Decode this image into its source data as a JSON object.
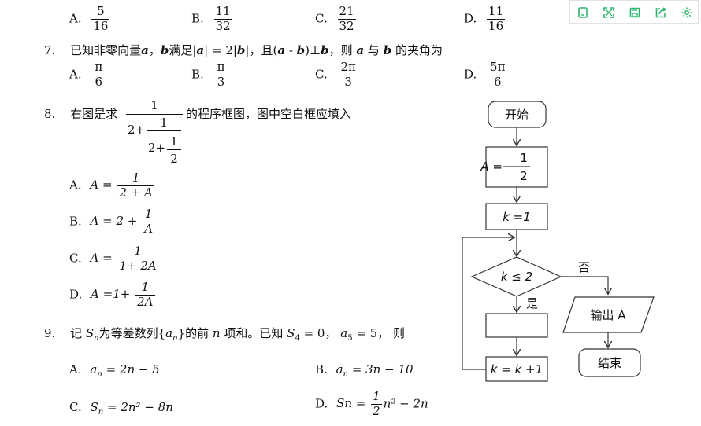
{
  "toolbar": {
    "icons": [
      "copy-icon",
      "fullscreen-icon",
      "save-icon",
      "share-icon",
      "settings-icon"
    ],
    "accent": "#2bb56c"
  },
  "q6": {
    "a_label": "A.",
    "a_num": "5",
    "a_den": "16",
    "b_label": "B.",
    "b_num": "11",
    "b_den": "32",
    "c_label": "C.",
    "c_num": "21",
    "c_den": "32",
    "d_label": "D.",
    "d_num": "11",
    "d_den": "16"
  },
  "q7": {
    "number": "7.",
    "s1": "已知非零向量",
    "va": "a",
    "s2": "，",
    "vb": "b",
    "s3": "满足|",
    "s4": "a",
    "s5": "| = 2|",
    "s6": "b",
    "s7": "|，且(",
    "s8": "a",
    "s9": " - ",
    "s10": "b",
    "s11": ")⊥",
    "s12": "b",
    "s13": "，则 ",
    "s14": "a",
    "s15": " 与 ",
    "s16": "b",
    "s17": " 的夹角为",
    "a_label": "A.",
    "a_num": "π",
    "a_den": "6",
    "b_label": "B.",
    "b_num": "π",
    "b_den": "3",
    "c_label": "C.",
    "c_num": "2π",
    "c_den": "3",
    "d_label": "D.",
    "d_num": "5π",
    "d_den": "6"
  },
  "q8": {
    "number": "8.",
    "s1": "右图是求",
    "f_num": "1",
    "f_den_prefix": "2+",
    "f_inner_num": "1",
    "f_inner_den_prefix": "2+",
    "f_inner_inner_num": "1",
    "f_inner_inner_den": "2",
    "s2": "的程序框图，图中空白框应填入",
    "a_label": "A.",
    "a_lhs": "A =",
    "a_num": "1",
    "a_den": "2 + A",
    "b_label": "B.",
    "b_lhs": "A = 2 +",
    "b_num": "1",
    "b_den": "A",
    "c_label": "C.",
    "c_lhs": "A =",
    "c_num": "1",
    "c_den": "1+ 2A",
    "d_label": "D.",
    "d_lhs": "A =1+",
    "d_num": "1",
    "d_den": "2A"
  },
  "q9": {
    "number": "9.",
    "s1": "记",
    "sn": "S",
    "sn_sub": "n",
    "s2": "为等差数列{",
    "an": "a",
    "an_sub": "n",
    "s3": "}的前",
    "n": "n",
    "s4": "项和。已知",
    "s4v": "S",
    "s4v_sub": "4",
    "s5": " = 0，",
    "a5": "a",
    "a5_sub": "5",
    "s6": " = 5，  则",
    "a_label": "A.",
    "a_text": "a",
    "a_sub": "n",
    "a_rest": " = 2n − 5",
    "b_label": "B.",
    "b_text": "a",
    "b_sub": "n",
    "b_rest": " = 3n − 10",
    "c_label": "C.",
    "c_text": "S",
    "c_sub": "n",
    "c_rest": " = 2n² − 8n",
    "d_label": "D.",
    "d_lhs": "Sn =",
    "d_num": "1",
    "d_den": "2",
    "d_rest": "n² − 2n"
  },
  "flowchart": {
    "start": "开始",
    "init_lhs": "A =",
    "init_num": "1",
    "init_den": "2",
    "k_init": "k =1",
    "condition": "k ≤ 2",
    "no_label": "否",
    "yes_label": "是",
    "output": "输出 A",
    "end": "结束",
    "increment": "k = k +1"
  }
}
